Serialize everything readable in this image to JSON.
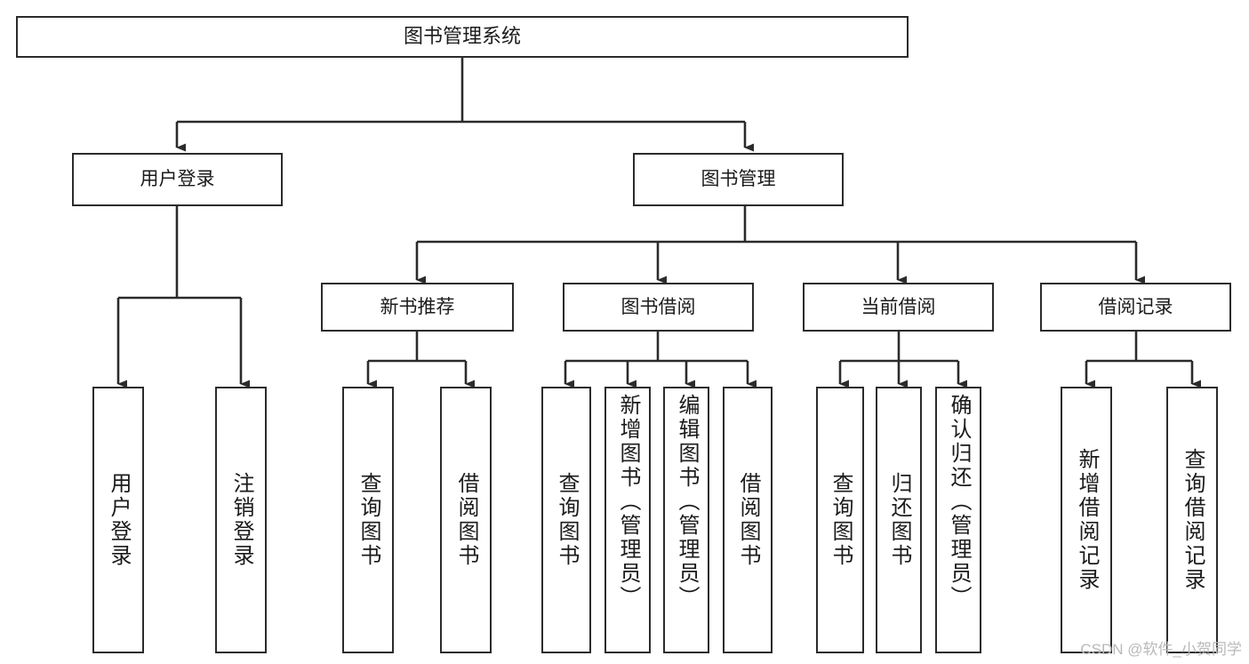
{
  "diagram": {
    "title": "图书管理系统",
    "type": "hierarchy-tree",
    "watermark": "CSDN @软件_小贺同学",
    "colors": {
      "background": "#ffffff",
      "box_border": "#2b2b2b",
      "box_fill": "#ffffff",
      "connector": "#2b2b2b",
      "text": "#1b1b1b",
      "watermark": "#b9b9b9"
    },
    "levels": {
      "root": {
        "label": "图书管理系统"
      },
      "level2": [
        {
          "id": "user-login",
          "label": "用户登录"
        },
        {
          "id": "book-management",
          "label": "图书管理"
        }
      ],
      "level3": [
        {
          "id": "new-book-recommend",
          "label": "新书推荐",
          "parent": "book-management"
        },
        {
          "id": "book-borrow",
          "label": "图书借阅",
          "parent": "book-management"
        },
        {
          "id": "current-borrow",
          "label": "当前借阅",
          "parent": "book-management"
        },
        {
          "id": "borrow-record",
          "label": "借阅记录",
          "parent": "book-management"
        }
      ],
      "leaves": [
        {
          "id": "leaf-user-login",
          "label": "用户登录",
          "parent": "user-login"
        },
        {
          "id": "leaf-user-logout",
          "label": "注销登录",
          "parent": "user-login"
        },
        {
          "id": "leaf-query-book-1",
          "label": "查询图书",
          "parent": "new-book-recommend"
        },
        {
          "id": "leaf-borrow-book-1",
          "label": "借阅图书",
          "parent": "new-book-recommend"
        },
        {
          "id": "leaf-query-book-2",
          "label": "查询图书",
          "parent": "book-borrow"
        },
        {
          "id": "leaf-add-book",
          "label": "新增图书（管理员）",
          "parent": "book-borrow"
        },
        {
          "id": "leaf-edit-book",
          "label": "编辑图书（管理员）",
          "parent": "book-borrow"
        },
        {
          "id": "leaf-borrow-book-2",
          "label": "借阅图书",
          "parent": "book-borrow"
        },
        {
          "id": "leaf-query-book-3",
          "label": "查询图书",
          "parent": "current-borrow"
        },
        {
          "id": "leaf-return-book",
          "label": "归还图书",
          "parent": "current-borrow"
        },
        {
          "id": "leaf-confirm-return",
          "label": "确认归还（管理员）",
          "parent": "current-borrow"
        },
        {
          "id": "leaf-add-record",
          "label": "新增借阅记录",
          "parent": "borrow-record"
        },
        {
          "id": "leaf-query-record",
          "label": "查询借阅记录",
          "parent": "borrow-record"
        }
      ]
    }
  }
}
